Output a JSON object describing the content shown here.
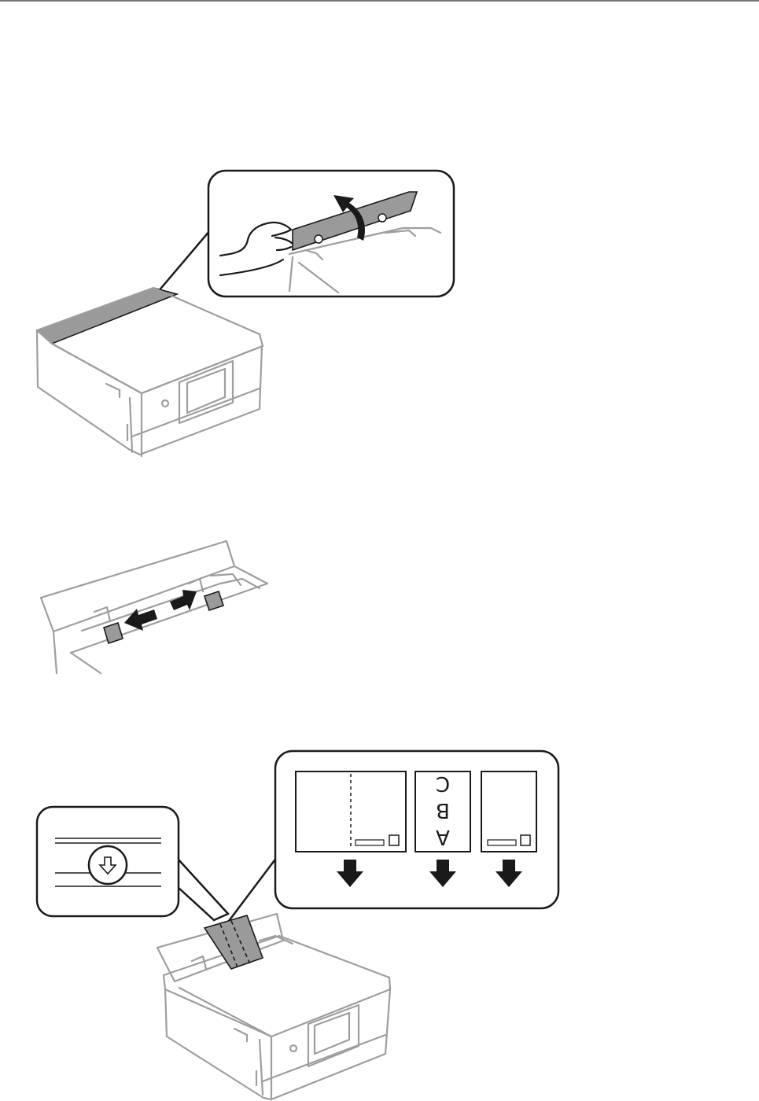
{
  "colors": {
    "line": "#9e9e9e",
    "ink": "#1a1a1a",
    "cover": "#9a9a9a",
    "background": "#ffffff"
  },
  "icons": [
    "curved-arrow-up-icon",
    "arrow-left-icon",
    "arrow-right-icon",
    "arrow-down-icon",
    "down-arrow-circle-icon"
  ],
  "labels": {
    "letter_1": "A",
    "letter_2": "B",
    "letter_3": "C"
  }
}
